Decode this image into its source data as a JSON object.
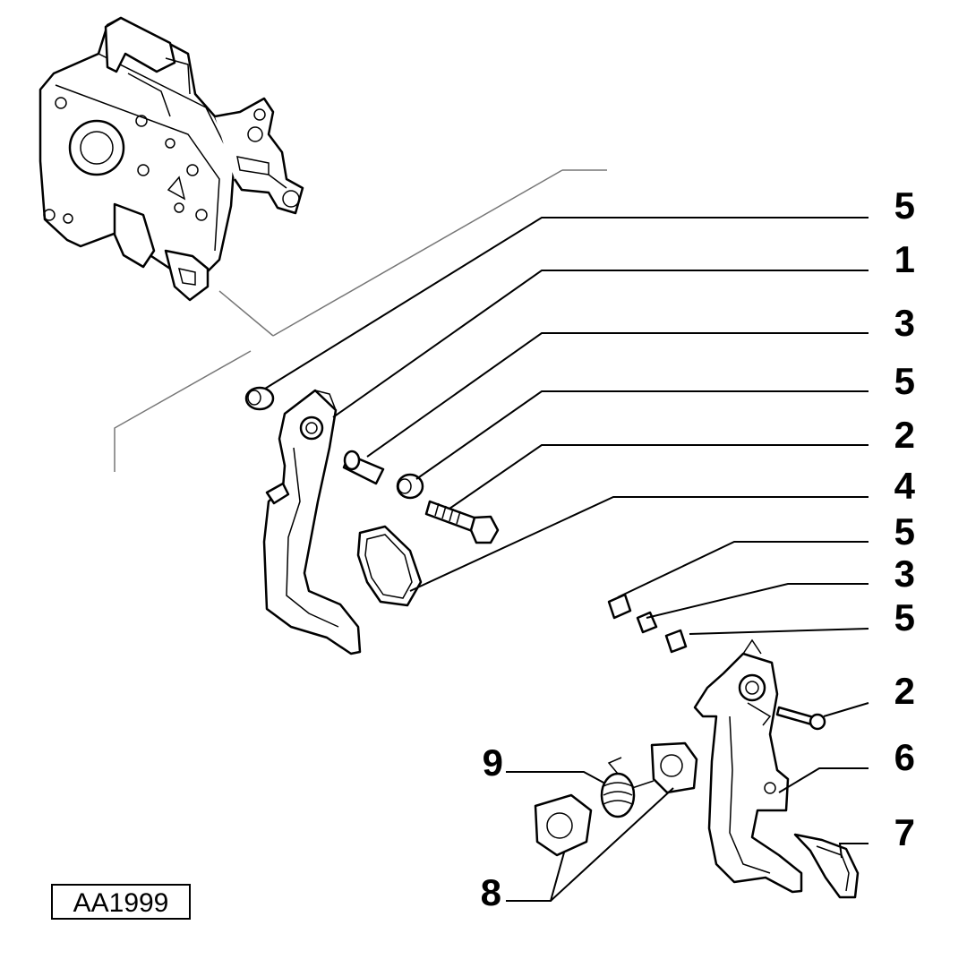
{
  "reference_code": "AA1999",
  "callouts": [
    {
      "id": "c1",
      "label": "5"
    },
    {
      "id": "c2",
      "label": "1"
    },
    {
      "id": "c3",
      "label": "3"
    },
    {
      "id": "c4",
      "label": "5"
    },
    {
      "id": "c5",
      "label": "2"
    },
    {
      "id": "c6",
      "label": "4"
    },
    {
      "id": "c7",
      "label": "5"
    },
    {
      "id": "c8",
      "label": "3"
    },
    {
      "id": "c9",
      "label": "5"
    },
    {
      "id": "c10",
      "label": "2"
    },
    {
      "id": "c11",
      "label": "6"
    },
    {
      "id": "c12",
      "label": "7"
    },
    {
      "id": "c13",
      "label": "9"
    },
    {
      "id": "c14",
      "label": "8"
    }
  ]
}
